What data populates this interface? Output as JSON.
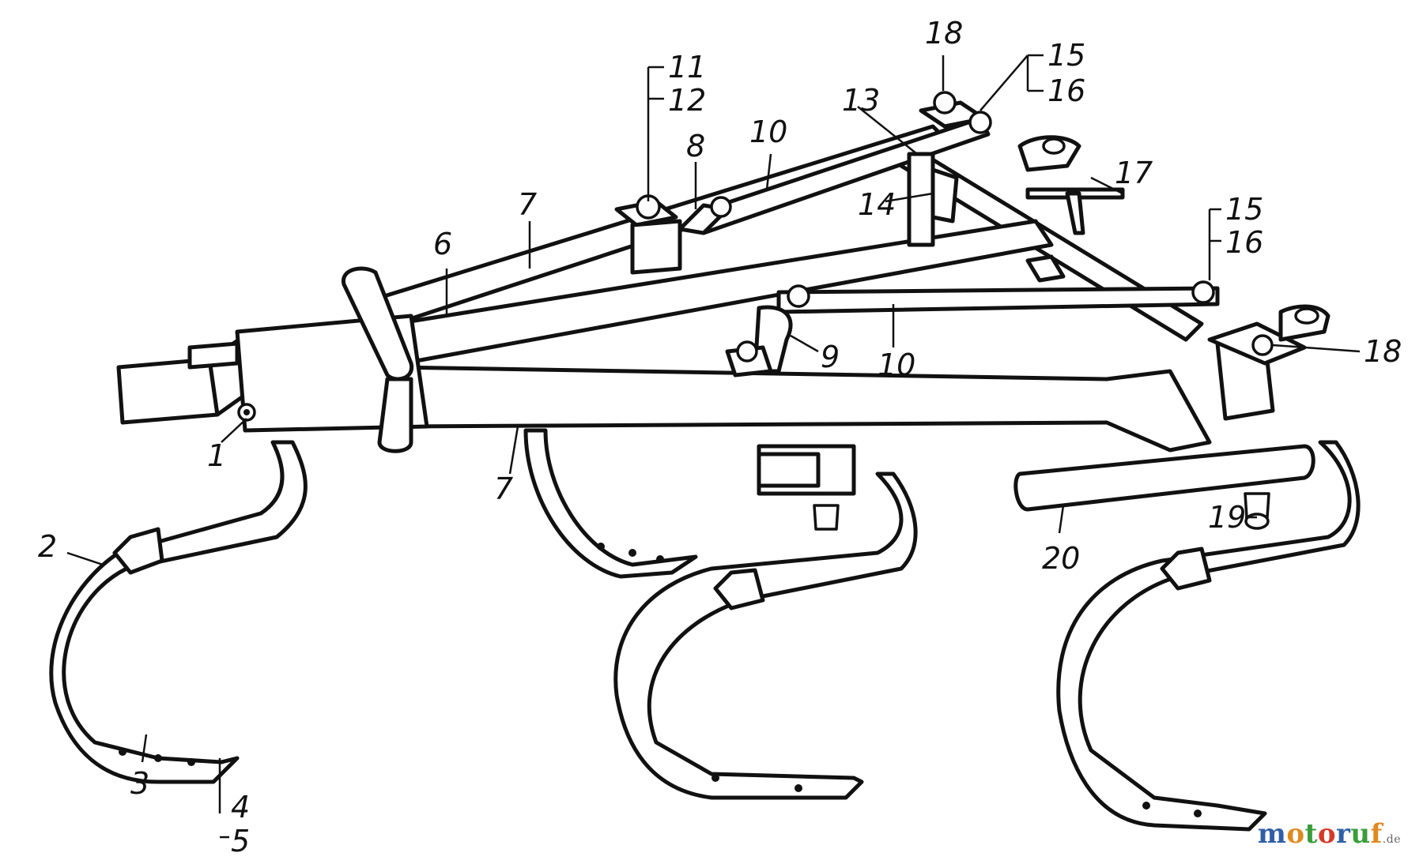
{
  "labels": {
    "l1": "1",
    "l2": "2",
    "l3": "3",
    "l4": "4",
    "l5": "5",
    "l6": "6",
    "l7a": "7",
    "l7b": "7",
    "l8": "8",
    "l9": "9",
    "l10a": "10",
    "l10b": "10",
    "l11": "11",
    "l12": "12",
    "l13": "13",
    "l14": "14",
    "l15a": "15",
    "l16a": "16",
    "l15b": "15",
    "l16b": "16",
    "l17": "17",
    "l18a": "18",
    "l18b": "18",
    "l19": "19",
    "l20": "20"
  },
  "watermark": {
    "parts": [
      "m",
      "o",
      "t",
      "o",
      "r",
      "u",
      "f"
    ],
    "colors": [
      "#2f5fa7",
      "#e08a1e",
      "#3a9d3a",
      "#d43a2a",
      "#2f5fa7",
      "#3a9d3a",
      "#e08a1e"
    ],
    "suffix": ".de"
  }
}
